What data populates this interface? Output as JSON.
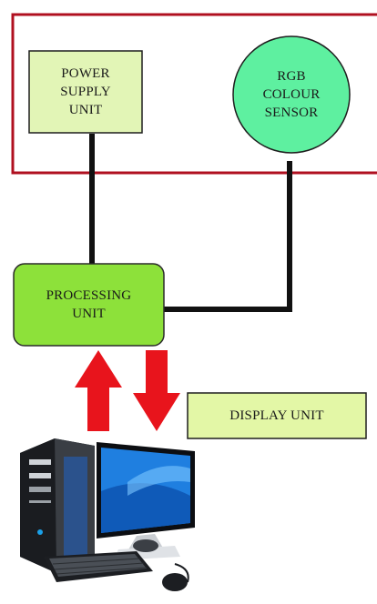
{
  "diagram": {
    "power_supply": {
      "lines": [
        "POWER",
        "SUPPLY",
        "UNIT"
      ]
    },
    "rgb_sensor": {
      "lines": [
        "RGB",
        "COLOUR",
        "SENSOR"
      ]
    },
    "processing": {
      "lines": [
        "PROCESSING",
        "UNIT"
      ]
    },
    "display": {
      "label": "DISPLAY UNIT"
    }
  },
  "colors": {
    "sensor_frame": "#b01020",
    "power_fill": "#e2f5b6",
    "sensor_fill": "#5ef0a0",
    "processing_fill": "#8de13a",
    "display_fill": "#e3f7a6",
    "wire": "#111111",
    "arrow": "#e8141c"
  },
  "icons": [
    "desktop-computer-icon"
  ]
}
